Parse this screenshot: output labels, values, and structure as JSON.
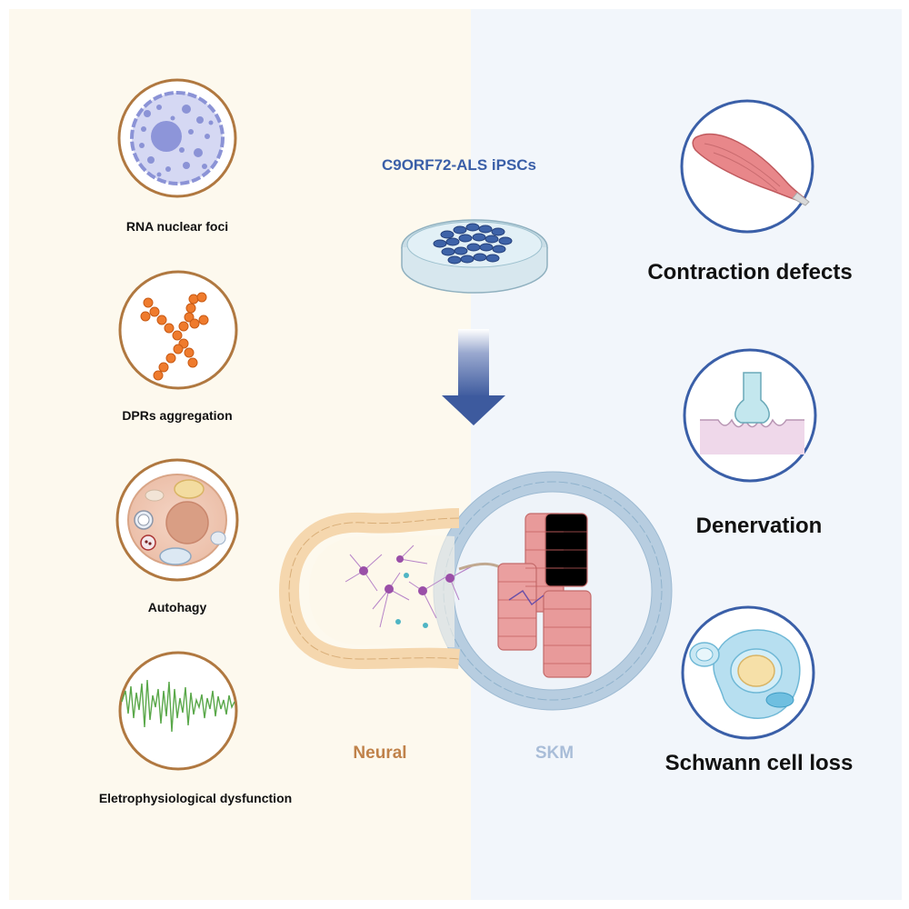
{
  "header": {
    "title": "C9ORF72-ALS iPSCs"
  },
  "left_panel": {
    "phenotypes": [
      {
        "label": "RNA nuclear foci",
        "icon": "nucleus-foci-icon"
      },
      {
        "label": "DPRs aggregation",
        "icon": "dpr-aggregate-icon"
      },
      {
        "label": "Autohagy",
        "icon": "autophagy-cell-icon"
      },
      {
        "label": "Eletrophysiological dysfunction",
        "icon": "electrophysiology-trace-icon"
      }
    ]
  },
  "right_panel": {
    "phenotypes": [
      {
        "label": "Contraction defects",
        "icon": "muscle-icon"
      },
      {
        "label": "Denervation",
        "icon": "synapse-icon"
      },
      {
        "label": "Schwann cell loss",
        "icon": "schwann-cell-icon"
      }
    ]
  },
  "organoid": {
    "neural_label": "Neural",
    "skm_label": "SKM"
  },
  "colors": {
    "left_bg": "#fdf9ee",
    "right_bg": "#f2f6fb",
    "circle_border_left": "#b07840",
    "circle_border_right": "#3a5fa8",
    "neural_text": "#c0824a",
    "skm_text": "#a9bdd8",
    "title_text": "#3a5fa8",
    "arrow": "#3d5a9e"
  }
}
